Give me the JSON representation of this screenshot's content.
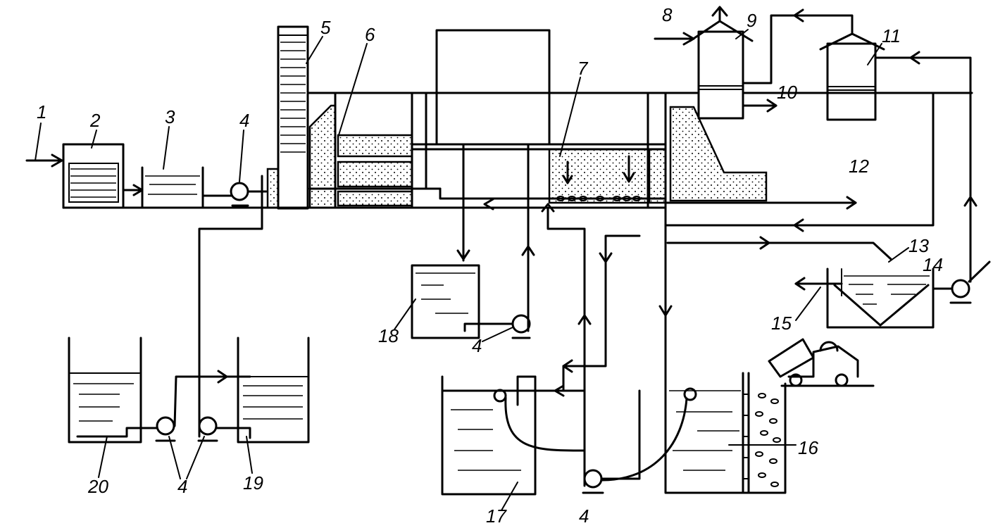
{
  "diagram": {
    "labels": {
      "l1": "1",
      "l2": "2",
      "l3": "3",
      "l4a": "4",
      "l5": "5",
      "l6": "6",
      "l7": "7",
      "l8": "8",
      "l9": "9",
      "l10": "10",
      "l11": "11",
      "l12": "12",
      "l13": "13",
      "l14": "14",
      "l15": "15",
      "l16": "16",
      "l17": "17",
      "l18": "18",
      "l19": "19",
      "l20": "20",
      "l4b": "4",
      "l4c": "4",
      "l4d": "4"
    }
  }
}
